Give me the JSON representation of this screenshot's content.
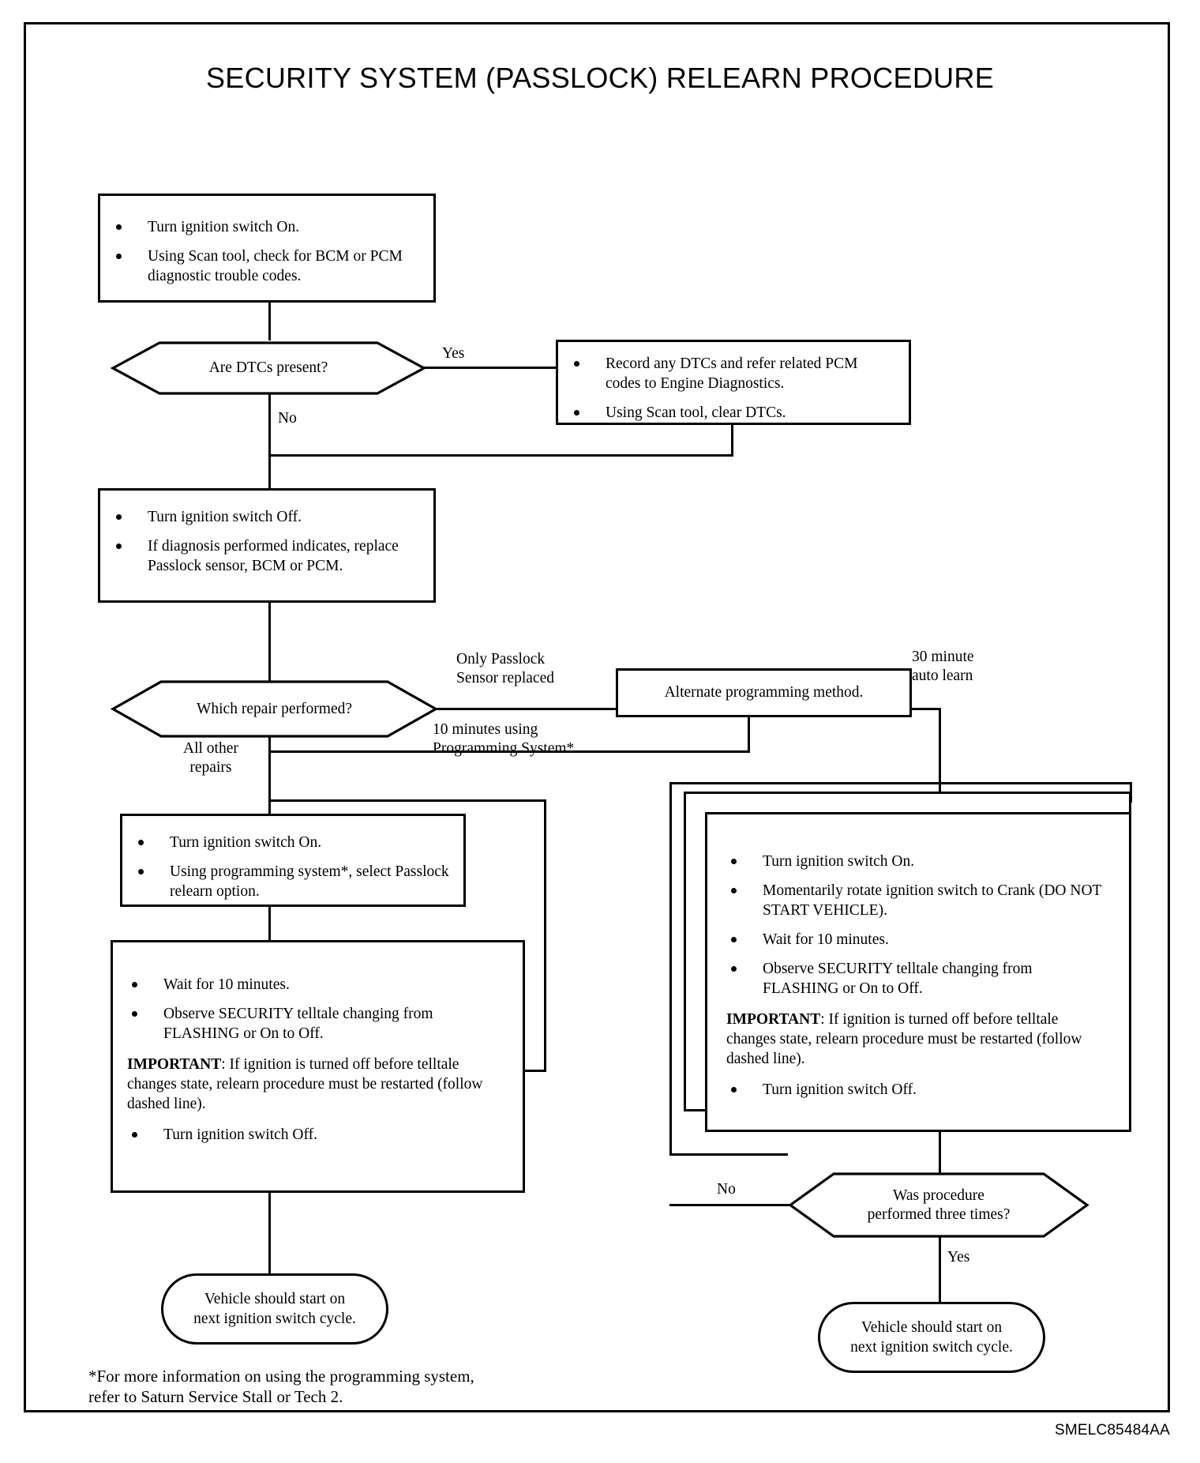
{
  "page": {
    "title": "SECURITY SYSTEM (PASSLOCK) RELEARN PROCEDURE",
    "footnote": "*For more information on using the programming system,\n  refer to Saturn Service Stall or Tech 2.",
    "reference_code": "SMELC85484AA"
  },
  "chart_data": {
    "type": "diagram",
    "title": "SECURITY SYSTEM (PASSLOCK) RELEARN PROCEDURE",
    "nodes": [
      {
        "id": "start",
        "shape": "process",
        "bullets": [
          "Turn ignition switch On.",
          "Using Scan tool, check for BCM or PCM diagnostic trouble codes."
        ]
      },
      {
        "id": "dtcs",
        "shape": "decision",
        "text": "Are DTCs present?"
      },
      {
        "id": "record",
        "shape": "process",
        "bullets": [
          "Record any DTCs and refer related PCM codes to Engine Diagnostics.",
          "Using Scan tool, clear DTCs."
        ]
      },
      {
        "id": "turn-off",
        "shape": "process",
        "bullets": [
          "Turn ignition switch Off.",
          "If diagnosis performed indicates, replace Passlock sensor, BCM or PCM."
        ]
      },
      {
        "id": "which-repair",
        "shape": "decision",
        "text": "Which repair performed?"
      },
      {
        "id": "alternate",
        "shape": "process",
        "text": "Alternate programming method."
      },
      {
        "id": "prog-select",
        "shape": "process",
        "bullets": [
          "Turn ignition switch On.",
          "Using programming system*, select Passlock relearn option."
        ]
      },
      {
        "id": "prog-wait",
        "shape": "process",
        "bullets": [
          "Wait for 10 minutes.",
          "Observe SECURITY telltale changing from FLASHING or On to Off."
        ],
        "note": "IMPORTANT: If ignition is turned off before telltale changes state, relearn procedure must be restarted (follow dashed line).",
        "tail_bullets": [
          "Turn ignition switch Off."
        ]
      },
      {
        "id": "auto-learn",
        "shape": "process-stack",
        "bullets": [
          "Turn ignition switch On.",
          "Momentarily rotate ignition switch to Crank (DO NOT START VEHICLE).",
          "Wait for 10 minutes.",
          "Observe SECURITY telltale changing from FLASHING or On to Off."
        ],
        "note": "IMPORTANT: If ignition is turned off before telltale changes state, relearn procedure must be restarted (follow dashed line).",
        "tail_bullets": [
          "Turn ignition switch Off."
        ]
      },
      {
        "id": "three-times",
        "shape": "decision",
        "text": "Was procedure\nperformed three times?"
      },
      {
        "id": "end-left",
        "shape": "terminator",
        "text": "Vehicle should start on\nnext ignition switch cycle."
      },
      {
        "id": "end-right",
        "shape": "terminator",
        "text": "Vehicle should start on\nnext ignition switch cycle."
      }
    ],
    "edges": [
      {
        "from": "start",
        "to": "dtcs",
        "label": ""
      },
      {
        "from": "dtcs",
        "to": "record",
        "label": "Yes"
      },
      {
        "from": "dtcs",
        "to": "turn-off",
        "label": "No"
      },
      {
        "from": "record",
        "to": "turn-off",
        "label": ""
      },
      {
        "from": "turn-off",
        "to": "which-repair",
        "label": ""
      },
      {
        "from": "which-repair",
        "to": "alternate",
        "label": "Only Passlock\nSensor replaced"
      },
      {
        "from": "which-repair",
        "to": "prog-select",
        "label": "All other\nrepairs"
      },
      {
        "from": "alternate",
        "to": "prog-select",
        "label": "10 minutes using\nProgramming System*"
      },
      {
        "from": "alternate",
        "to": "auto-learn",
        "label": "30 minute\nauto learn"
      },
      {
        "from": "prog-select",
        "to": "prog-wait",
        "label": ""
      },
      {
        "from": "prog-wait",
        "to": "end-left",
        "label": ""
      },
      {
        "from": "auto-learn",
        "to": "three-times",
        "label": ""
      },
      {
        "from": "three-times",
        "to": "auto-learn",
        "label": "No"
      },
      {
        "from": "three-times",
        "to": "end-right",
        "label": "Yes"
      }
    ]
  },
  "box_start": {
    "bullets": [
      "Turn ignition switch On.",
      "Using Scan tool, check for BCM or\nPCM diagnostic trouble codes."
    ]
  },
  "decision_dtcs": {
    "text": "Are DTCs present?"
  },
  "label_yes_dtcs": {
    "text": "Yes"
  },
  "label_no_dtcs": {
    "text": "No"
  },
  "box_record": {
    "bullets": [
      "Record any DTCs and refer related\nPCM codes to Engine Diagnostics.",
      "Using Scan tool, clear DTCs."
    ]
  },
  "box_turnoff": {
    "bullets": [
      "Turn ignition switch Off.",
      "If diagnosis performed indicates,\nreplace Passlock sensor, BCM or\nPCM."
    ]
  },
  "decision_repair": {
    "text": "Which repair performed?"
  },
  "label_only_passlock": {
    "text": "Only Passlock\nSensor replaced"
  },
  "label_ten_minutes": {
    "text": "10 minutes using\nProgramming System*"
  },
  "label_all_other": {
    "text": "All other\nrepairs"
  },
  "label_auto_learn": {
    "text": "30 minute\nauto learn"
  },
  "box_alternate": {
    "text": "Alternate programming method."
  },
  "box_prog_select": {
    "bullets": [
      "Turn ignition switch On.",
      "Using programming system*, select\nPasslock relearn option."
    ]
  },
  "box_prog_wait": {
    "bullets": [
      "Wait for 10 minutes.",
      "Observe SECURITY telltale changing from\nFLASHING or On to Off."
    ],
    "note_label": "IMPORTANT",
    "note_text": ": If ignition is turned off before telltale changes state, relearn procedure must be restarted (follow dashed line).",
    "tail_bullets": [
      "Turn ignition switch Off."
    ]
  },
  "box_auto_learn": {
    "bullets": [
      "Turn ignition switch On.",
      "Momentarily rotate ignition switch to Crank\n(DO NOT START VEHICLE).",
      "Wait for 10 minutes.",
      "Observe SECURITY telltale changing from\nFLASHING or On to Off."
    ],
    "note_label": "IMPORTANT",
    "note_text": ": If ignition is turned off before telltale changes state, relearn procedure must be restarted (follow dashed line).",
    "tail_bullets": [
      "Turn ignition switch Off."
    ]
  },
  "decision_three_times": {
    "text": "Was procedure\nperformed three times?"
  },
  "label_no_three": {
    "text": "No"
  },
  "label_yes_three": {
    "text": "Yes"
  },
  "terminator_left": {
    "text": "Vehicle should start on\nnext ignition switch cycle."
  },
  "terminator_right": {
    "text": "Vehicle should start on\nnext ignition switch cycle."
  }
}
